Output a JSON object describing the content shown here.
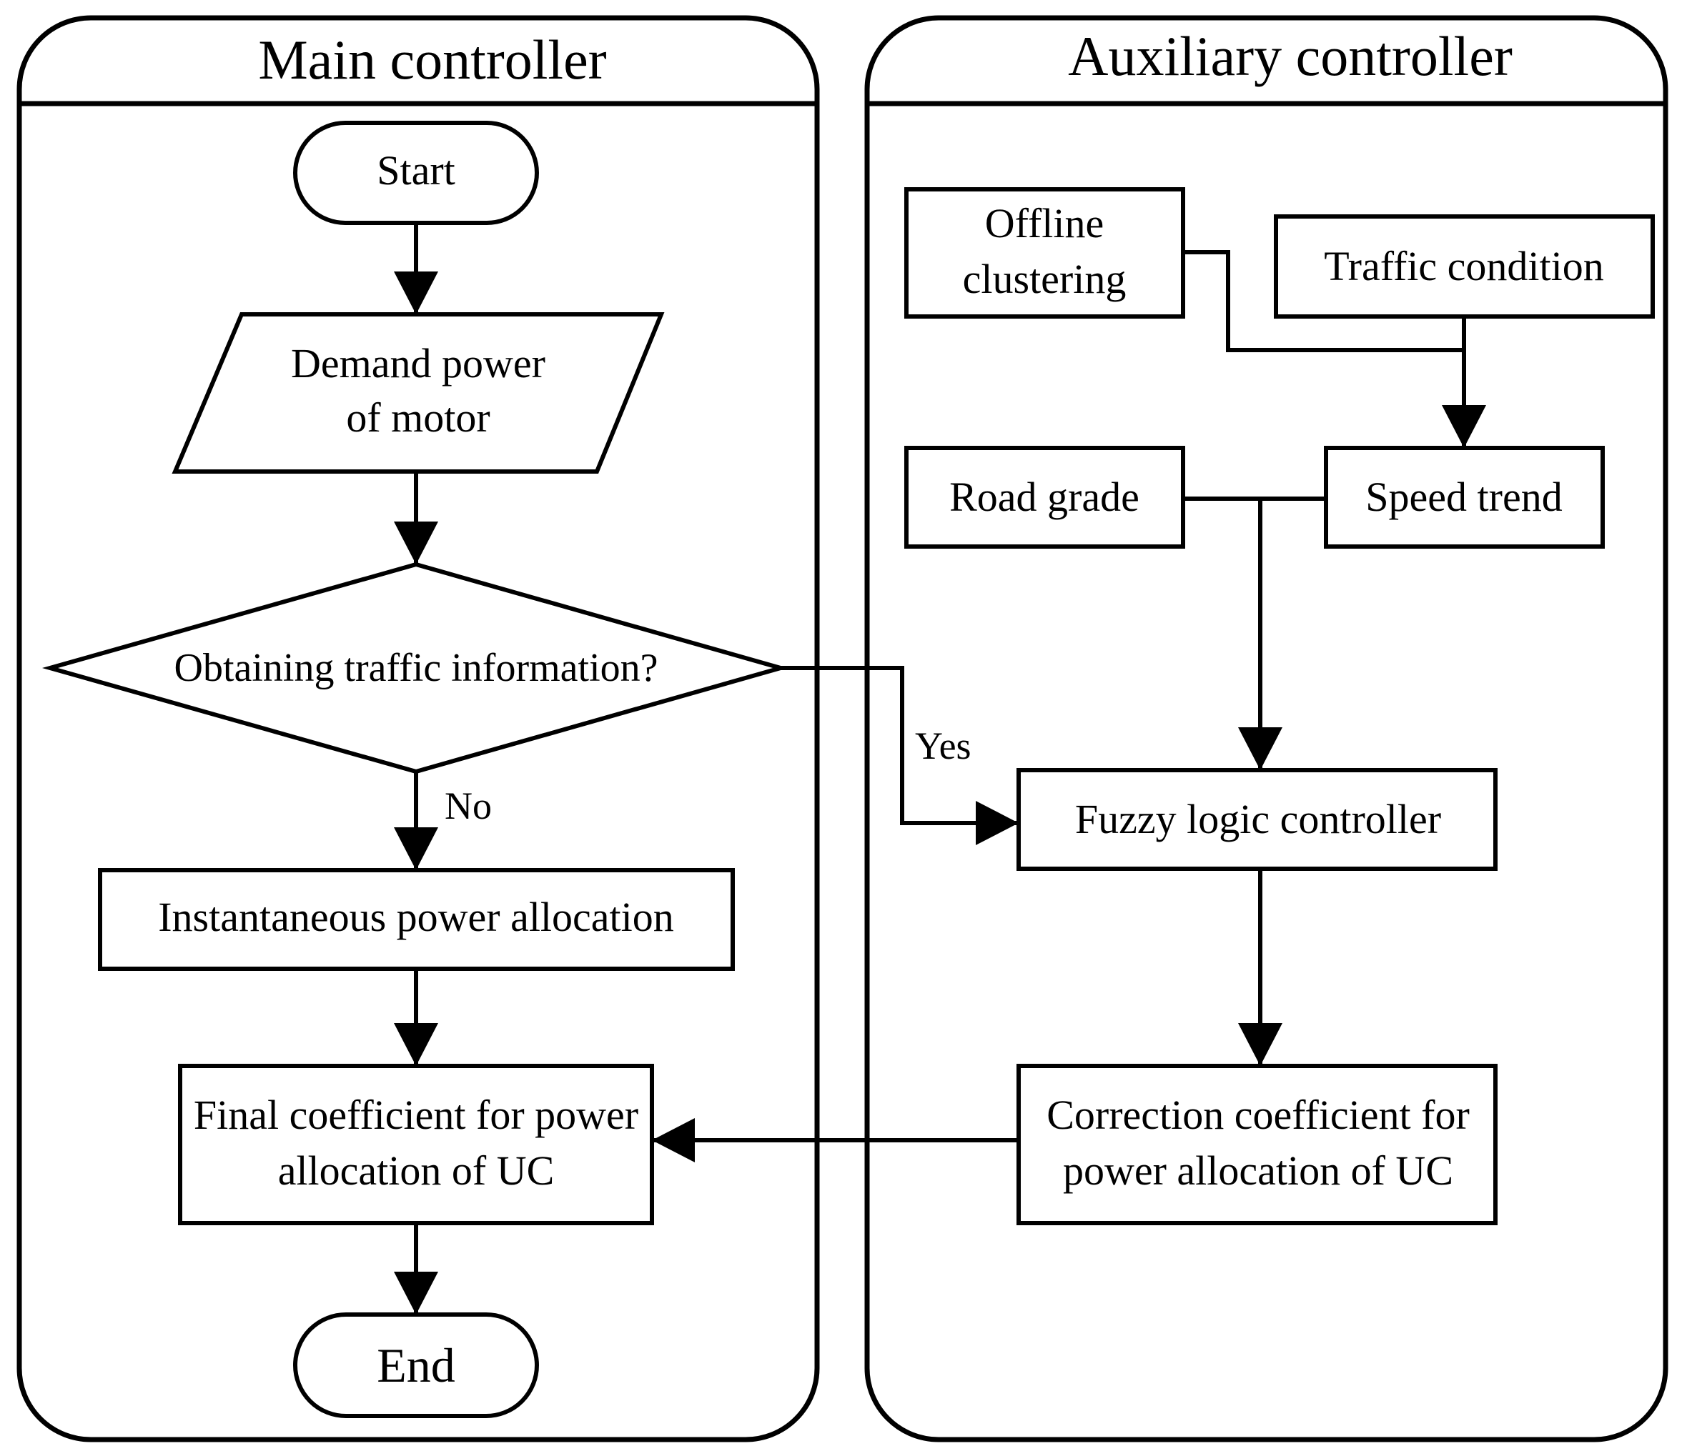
{
  "diagram": {
    "panels": {
      "main": {
        "title": "Main controller"
      },
      "auxiliary": {
        "title": "Auxiliary controller"
      }
    },
    "nodes": {
      "start": {
        "label": "Start"
      },
      "demand_power": {
        "line1": "Demand power",
        "line2": "of motor"
      },
      "decision": {
        "label": "Obtaining traffic information?"
      },
      "instantaneous": {
        "label": "Instantaneous power allocation"
      },
      "final_coefficient": {
        "line1": "Final coefficient for power",
        "line2": "allocation of UC"
      },
      "end": {
        "label": "End"
      },
      "offline_clustering": {
        "line1": "Offline",
        "line2": "clustering"
      },
      "traffic_condition": {
        "label": "Traffic condition"
      },
      "road_grade": {
        "label": "Road grade"
      },
      "speed_trend": {
        "label": "Speed trend"
      },
      "fuzzy_logic": {
        "label": "Fuzzy logic controller"
      },
      "correction_coefficient": {
        "line1": "Correction coefficient for",
        "line2": "power allocation of UC"
      }
    },
    "edge_labels": {
      "yes": "Yes",
      "no": "No"
    },
    "colors": {
      "stroke": "#000000",
      "background": "#ffffff"
    }
  }
}
